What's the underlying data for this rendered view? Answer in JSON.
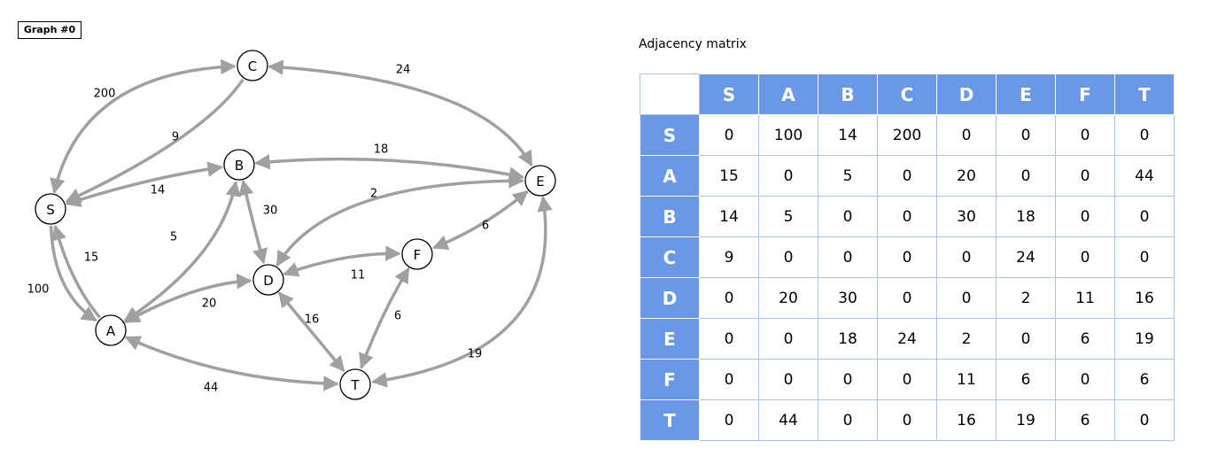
{
  "graph_label": "Graph #0",
  "matrix_title": "Adjacency matrix",
  "nodes": [
    {
      "id": "S",
      "label": "S"
    },
    {
      "id": "A",
      "label": "A"
    },
    {
      "id": "B",
      "label": "B"
    },
    {
      "id": "C",
      "label": "C"
    },
    {
      "id": "D",
      "label": "D"
    },
    {
      "id": "E",
      "label": "E"
    },
    {
      "id": "F",
      "label": "F"
    },
    {
      "id": "T",
      "label": "T"
    }
  ],
  "edges": [
    {
      "from": "S",
      "to": "C",
      "weight": "200"
    },
    {
      "from": "C",
      "to": "S",
      "weight": "9"
    },
    {
      "from": "C",
      "to": "E",
      "weight": "24"
    },
    {
      "from": "B",
      "to": "E",
      "weight": "18"
    },
    {
      "from": "S",
      "to": "B",
      "weight": "14"
    },
    {
      "from": "B",
      "to": "D",
      "weight": "30"
    },
    {
      "from": "D",
      "to": "E",
      "weight": "2"
    },
    {
      "from": "E",
      "to": "F",
      "weight": "6"
    },
    {
      "from": "A",
      "to": "B",
      "weight": "5"
    },
    {
      "from": "A",
      "to": "S",
      "weight": "15"
    },
    {
      "from": "S",
      "to": "A",
      "weight": "100"
    },
    {
      "from": "D",
      "to": "F",
      "weight": "11"
    },
    {
      "from": "A",
      "to": "D",
      "weight": "20"
    },
    {
      "from": "D",
      "to": "T",
      "weight": "16"
    },
    {
      "from": "F",
      "to": "T",
      "weight": "6"
    },
    {
      "from": "E",
      "to": "T",
      "weight": "19"
    },
    {
      "from": "A",
      "to": "T",
      "weight": "44"
    }
  ],
  "matrix": {
    "headers": [
      "S",
      "A",
      "B",
      "C",
      "D",
      "E",
      "F",
      "T"
    ],
    "rows": [
      {
        "label": "S",
        "values": [
          "0",
          "100",
          "14",
          "200",
          "0",
          "0",
          "0",
          "0"
        ]
      },
      {
        "label": "A",
        "values": [
          "15",
          "0",
          "5",
          "0",
          "20",
          "0",
          "0",
          "44"
        ]
      },
      {
        "label": "B",
        "values": [
          "14",
          "5",
          "0",
          "0",
          "30",
          "18",
          "0",
          "0"
        ]
      },
      {
        "label": "C",
        "values": [
          "9",
          "0",
          "0",
          "0",
          "0",
          "24",
          "0",
          "0"
        ]
      },
      {
        "label": "D",
        "values": [
          "0",
          "20",
          "30",
          "0",
          "0",
          "2",
          "11",
          "16"
        ]
      },
      {
        "label": "E",
        "values": [
          "0",
          "0",
          "18",
          "24",
          "2",
          "0",
          "6",
          "19"
        ]
      },
      {
        "label": "F",
        "values": [
          "0",
          "0",
          "0",
          "0",
          "11",
          "6",
          "0",
          "6"
        ]
      },
      {
        "label": "T",
        "values": [
          "0",
          "44",
          "0",
          "0",
          "16",
          "19",
          "6",
          "0"
        ]
      }
    ]
  },
  "colors": {
    "header_bg": "#6b98e6",
    "edge": "#a0a0a0",
    "cell_border": "#a8c4ec"
  }
}
